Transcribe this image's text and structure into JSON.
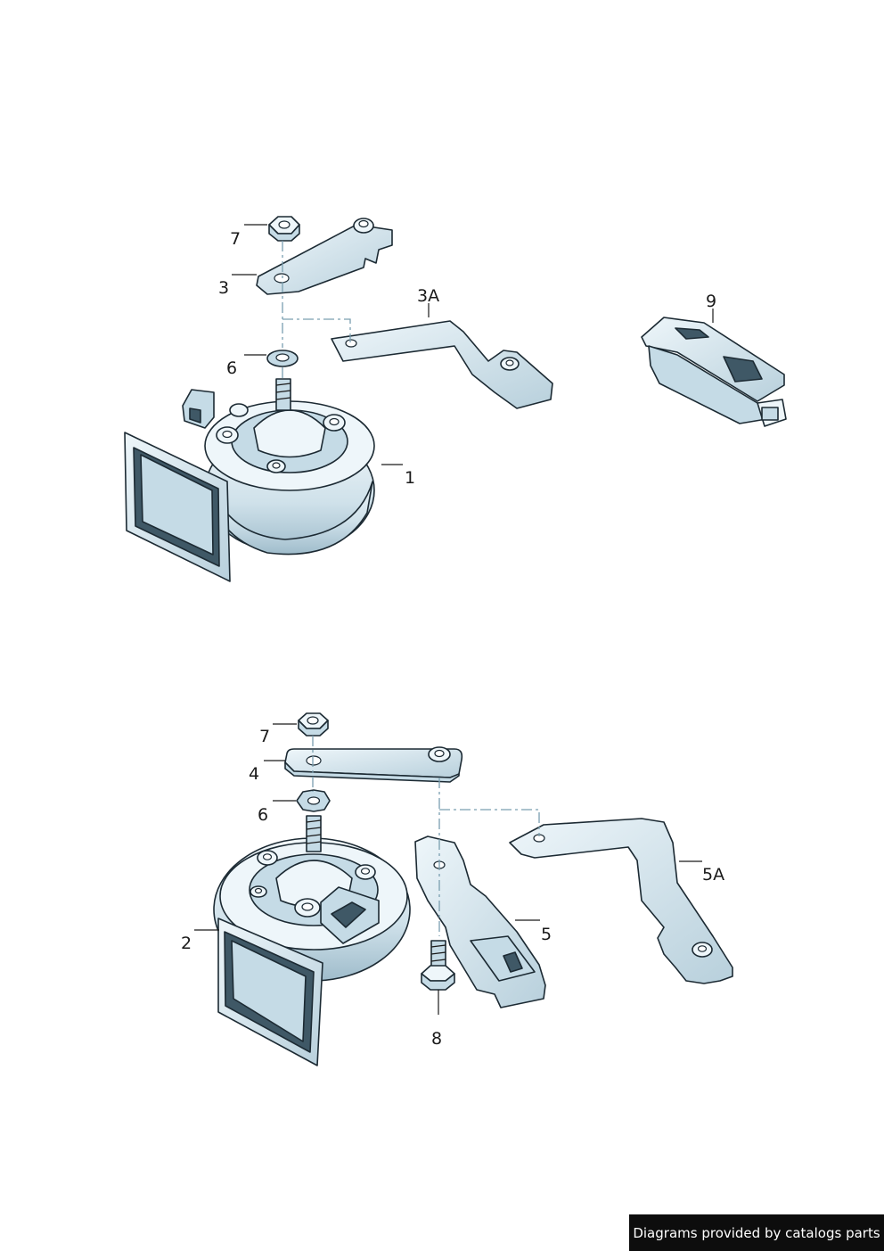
{
  "callouts": {
    "top_7": "7",
    "top_3": "3",
    "top_3a": "3A",
    "top_9": "9",
    "top_6": "6",
    "top_1": "1",
    "bot_7": "7",
    "bot_4": "4",
    "bot_6": "6",
    "bot_2": "2",
    "bot_5": "5",
    "bot_5a": "5A",
    "bot_8": "8"
  },
  "footer": {
    "text": "Diagrams provided by catalogs parts"
  },
  "colors": {
    "part_light": "#eef6fa",
    "part_mid": "#c5dbe6",
    "part_dark": "#6f8e9e",
    "outline": "#1c2a33",
    "footer_bg": "#0d0d0d"
  }
}
